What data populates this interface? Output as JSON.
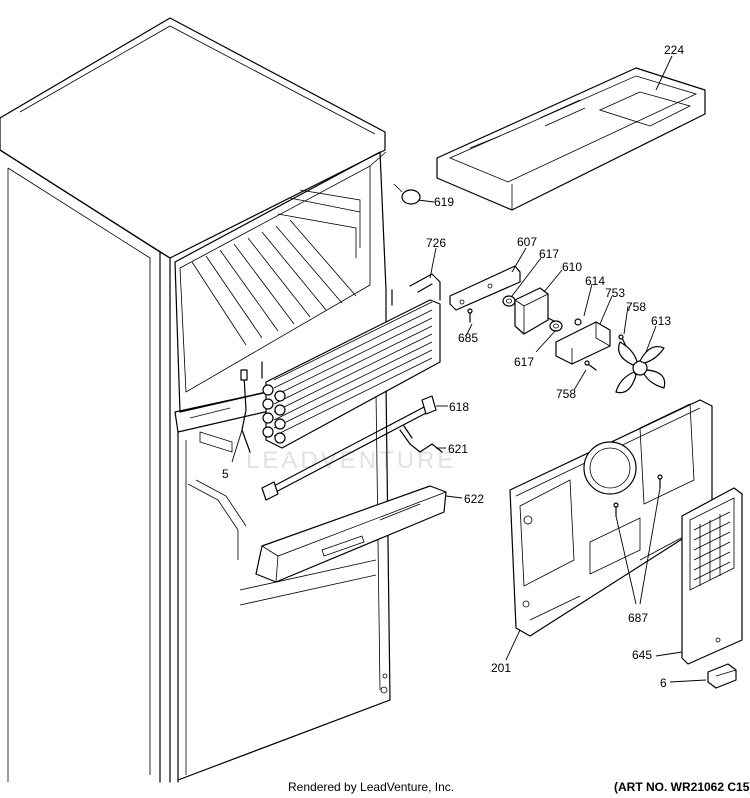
{
  "watermark": "LEADVENTURE",
  "footer": {
    "credit": "Rendered by LeadVenture, Inc.",
    "art_no": "(ART NO. WR21062 C15)"
  },
  "callouts": {
    "c224": "224",
    "c619": "619",
    "c726": "726",
    "c607": "607",
    "c617a": "617",
    "c610": "610",
    "c614": "614",
    "c753": "753",
    "c758a": "758",
    "c613": "613",
    "c685": "685",
    "c617b": "617",
    "c758b": "758",
    "c618": "618",
    "c621": "621",
    "c5": "5",
    "c622": "622",
    "c687": "687",
    "c201": "201",
    "c645": "645",
    "c6": "6"
  }
}
